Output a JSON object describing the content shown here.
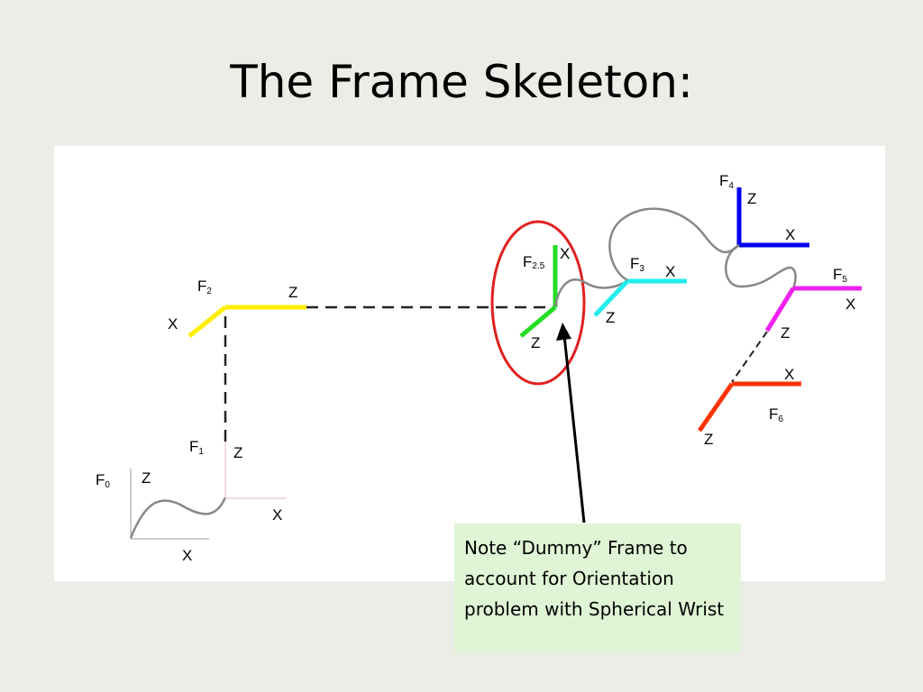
{
  "slide": {
    "title": "The Frame Skeleton:",
    "note": "Note “Dummy” Frame to account for Orientation problem with Spherical Wrist"
  },
  "frames": {
    "f0": {
      "name": "F",
      "sub": "0",
      "z": "Z",
      "x": "X"
    },
    "f1": {
      "name": "F",
      "sub": "1",
      "z": "Z",
      "x": "X"
    },
    "f2": {
      "name": "F",
      "sub": "2",
      "z": "Z",
      "x": "X"
    },
    "f25": {
      "name": "F",
      "sub": "2.5",
      "z": "Z",
      "x": "X"
    },
    "f3": {
      "name": "F",
      "sub": "3",
      "z": "Z",
      "x": "X"
    },
    "f4": {
      "name": "F",
      "sub": "4",
      "z": "Z",
      "x": "X"
    },
    "f5": {
      "name": "F",
      "sub": "5",
      "z": "Z",
      "x": "X"
    },
    "f6": {
      "name": "F",
      "sub": "6",
      "z": "Z",
      "x": "X"
    }
  },
  "colors": {
    "f2": "#ffee00",
    "f25": "#22dd22",
    "f3": "#22eeee",
    "f4": "#0000ee",
    "f5": "#ee22ee",
    "f6": "#ff3300",
    "highlight_circle": "#e02020",
    "link": "#888888"
  }
}
